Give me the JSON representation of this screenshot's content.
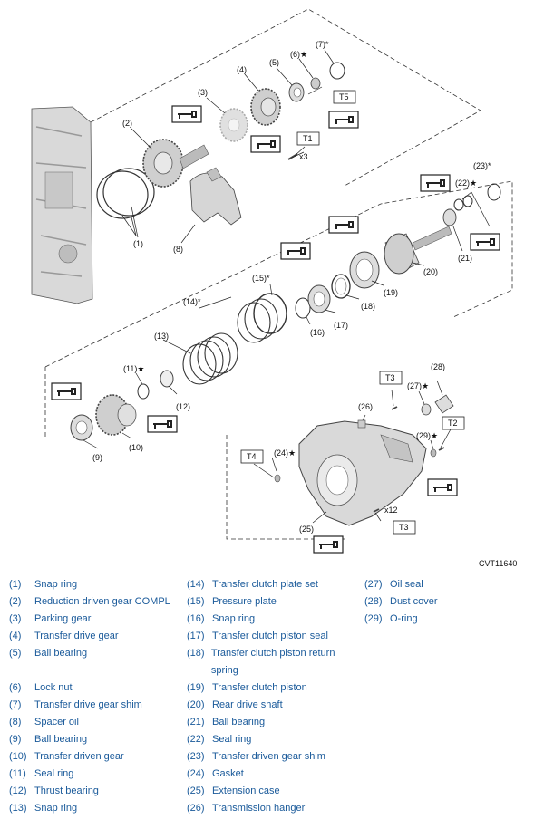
{
  "diagram": {
    "figure_code": "CVT11640",
    "callouts": [
      "(1)",
      "(2)",
      "(3)",
      "(4)",
      "(5)",
      "(6)★",
      "(7)*",
      "(8)",
      "(9)",
      "(10)",
      "(11)★",
      "(12)",
      "(13)",
      "(14)*",
      "(15)*",
      "(16)",
      "(17)",
      "(18)",
      "(19)",
      "(20)",
      "(21)",
      "(22)★",
      "(23)*",
      "(24)★",
      "(25)",
      "(26)",
      "(27)★",
      "(28)",
      "(29)★"
    ],
    "torque_tags": [
      "T1",
      "T2",
      "T3",
      "T3",
      "T4",
      "T5"
    ],
    "fastener_counts": [
      "x3",
      "x12"
    ]
  },
  "legend": [
    {
      "num": "(1)",
      "text": "Snap ring"
    },
    {
      "num": "(2)",
      "text": "Reduction driven gear COMPL"
    },
    {
      "num": "(3)",
      "text": "Parking gear"
    },
    {
      "num": "(4)",
      "text": "Transfer drive gear"
    },
    {
      "num": "(5)",
      "text": "Ball bearing"
    },
    {
      "num": "(6)",
      "text": "Lock nut"
    },
    {
      "num": "(7)",
      "text": "Transfer drive gear shim"
    },
    {
      "num": "(8)",
      "text": "Spacer oil"
    },
    {
      "num": "(9)",
      "text": "Ball bearing"
    },
    {
      "num": "(10)",
      "text": "Transfer driven gear"
    },
    {
      "num": "(11)",
      "text": "Seal ring"
    },
    {
      "num": "(12)",
      "text": "Thrust bearing"
    },
    {
      "num": "(13)",
      "text": "Snap ring"
    },
    {
      "num": "(14)",
      "text": "Transfer clutch plate set"
    },
    {
      "num": "(15)",
      "text": "Pressure plate"
    },
    {
      "num": "(16)",
      "text": "Snap ring"
    },
    {
      "num": "(17)",
      "text": "Transfer clutch piston seal"
    },
    {
      "num": "(18)",
      "text": "Transfer clutch piston return spring"
    },
    {
      "num": "(19)",
      "text": "Transfer clutch piston"
    },
    {
      "num": "(20)",
      "text": "Rear drive shaft"
    },
    {
      "num": "(21)",
      "text": "Ball bearing"
    },
    {
      "num": "(22)",
      "text": "Seal ring"
    },
    {
      "num": "(23)",
      "text": "Transfer driven gear shim"
    },
    {
      "num": "(24)",
      "text": "Gasket"
    },
    {
      "num": "(25)",
      "text": "Extension case"
    },
    {
      "num": "(26)",
      "text": "Transmission hanger"
    },
    {
      "num": "(27)",
      "text": "Oil seal"
    },
    {
      "num": "(28)",
      "text": "Dust cover"
    },
    {
      "num": "(29)",
      "text": "O-ring"
    }
  ]
}
